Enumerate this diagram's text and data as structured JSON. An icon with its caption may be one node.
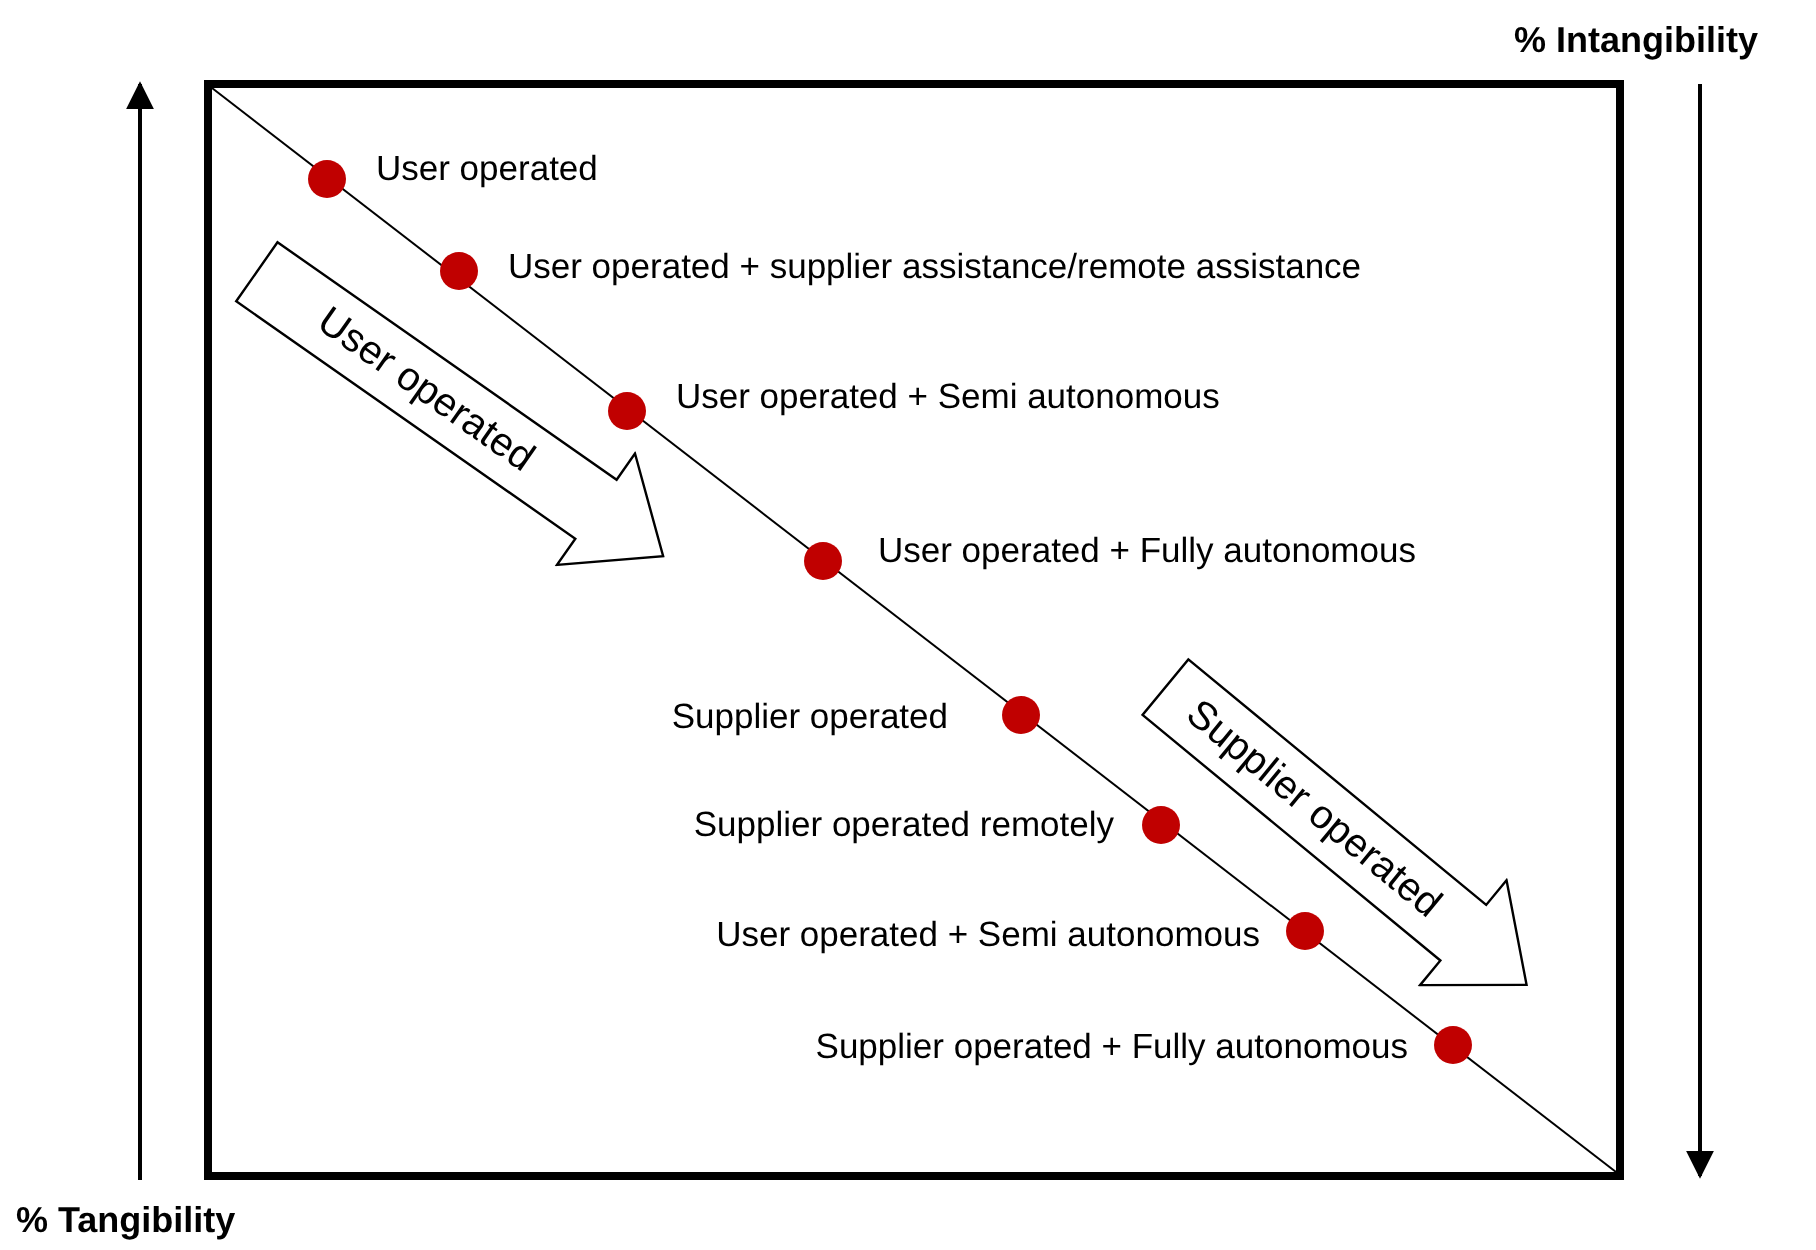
{
  "diagram": {
    "nodes": [
      {
        "text": [],
        "shape": "circle",
        "beside": [
          "User operated"
        ]
      },
      {
        "text": [],
        "shape": "circle"
      },
      {
        "text": [],
        "shape": "circle",
        "beside": [
          "User operated + Semi autonomous"
        ]
      },
      {
        "text": [],
        "shape": "circle",
        "beside": [
          "User operated + Fully autonomous"
        ]
      },
      {
        "text": [
          "User operated"
        ]
      },
      {
        "text": [],
        "shape": "circle",
        "beside": [
          "Supplier operated"
        ]
      },
      {
        "text": [],
        "shape": "circle",
        "beside": [
          "Supplier operated remotely"
        ]
      },
      {
        "text": [
          "Supplier operated"
        ]
      },
      {
        "text": [],
        "shape": "circle"
      },
      {
        "text": [],
        "shape": "circle",
        "beside": [
          "Supplier operated + Fully autonomous"
        ]
      }
    ],
    "labels": [
      "% Intangibility",
      "User operated + supplier assistance/remote assistance",
      "User operated + Semi autonomous",
      "% Tangibility"
    ]
  }
}
